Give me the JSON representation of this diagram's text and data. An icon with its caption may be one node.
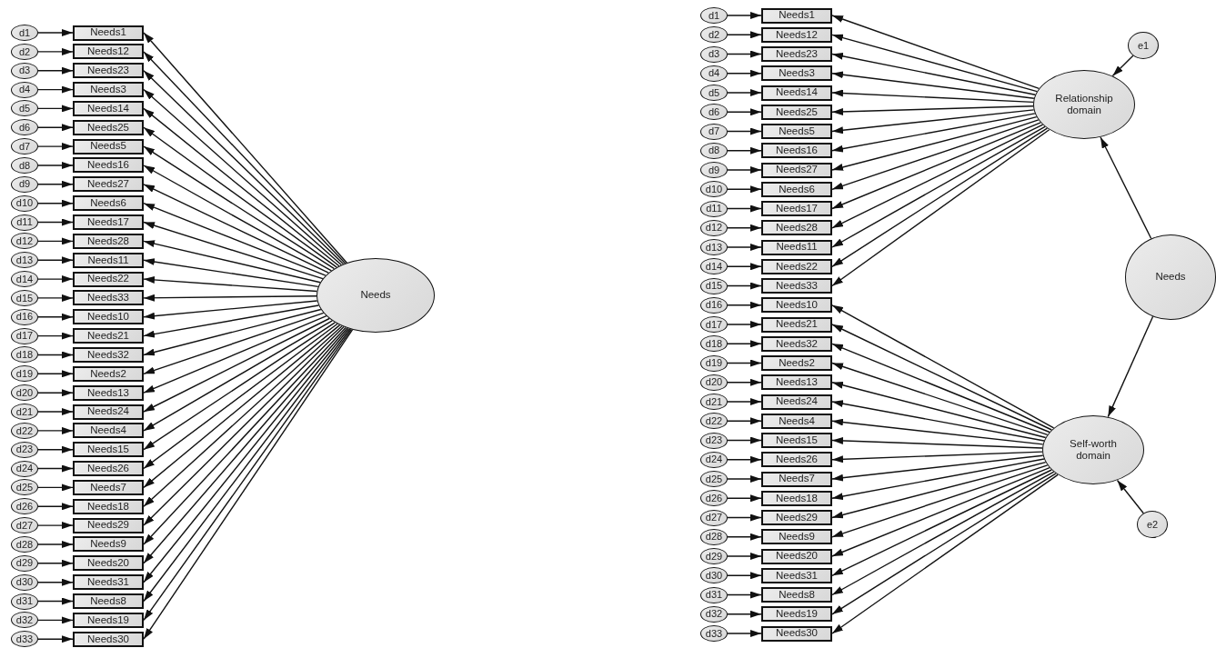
{
  "diagram": {
    "nodes": [
      {
        "text": [
          "d1"
        ]
      },
      {
        "text": [
          "Needs1"
        ]
      },
      {
        "text": [
          "d2"
        ]
      },
      {
        "text": [
          "Needs12"
        ]
      },
      {
        "text": [
          "d3"
        ]
      },
      {
        "text": [
          "Needs23"
        ]
      },
      {
        "text": [
          "d4"
        ]
      },
      {
        "text": [
          "Needs3"
        ]
      },
      {
        "text": [
          "d5"
        ]
      },
      {
        "text": [
          "Needs14"
        ]
      },
      {
        "text": [
          "d6"
        ]
      },
      {
        "text": [
          "Needs25"
        ]
      },
      {
        "text": [
          "d7"
        ]
      },
      {
        "text": [
          "Needs5"
        ]
      },
      {
        "text": [
          "d8"
        ]
      },
      {
        "text": [
          "Needs16"
        ]
      },
      {
        "text": [
          "d9"
        ]
      },
      {
        "text": [
          "Needs27"
        ]
      },
      {
        "text": [
          "d10"
        ]
      },
      {
        "text": [
          "Needs6"
        ]
      },
      {
        "text": [
          "d11"
        ]
      },
      {
        "text": [
          "Needs17"
        ]
      },
      {
        "text": [
          "d12"
        ]
      },
      {
        "text": [
          "Needs28"
        ]
      },
      {
        "text": [
          "d13"
        ]
      },
      {
        "text": [
          "Needs11"
        ]
      },
      {
        "text": [
          "d14"
        ]
      },
      {
        "text": [
          "Needs22"
        ]
      },
      {
        "text": [
          "d15"
        ]
      },
      {
        "text": [
          "Needs33"
        ]
      },
      {
        "text": [
          "d16"
        ]
      },
      {
        "text": [
          "Needs10"
        ]
      },
      {
        "text": [
          "d17"
        ]
      },
      {
        "text": [
          "Needs21"
        ]
      },
      {
        "text": [
          "d18"
        ]
      },
      {
        "text": [
          "Needs32"
        ]
      },
      {
        "text": [
          "d19"
        ]
      },
      {
        "text": [
          "Needs2"
        ]
      },
      {
        "text": [
          "d20"
        ]
      },
      {
        "text": [
          "Needs13"
        ]
      },
      {
        "text": [
          "d21"
        ]
      },
      {
        "text": [
          "Needs24"
        ]
      },
      {
        "text": [
          "d22"
        ]
      },
      {
        "text": [
          "Needs4"
        ]
      },
      {
        "text": [
          "d23"
        ]
      },
      {
        "text": [
          "Needs15"
        ]
      },
      {
        "text": [
          "d24"
        ]
      },
      {
        "text": [
          "Needs26"
        ]
      },
      {
        "text": [
          "d25"
        ]
      },
      {
        "text": [
          "Needs7"
        ]
      },
      {
        "text": [
          "d26"
        ]
      },
      {
        "text": [
          "Needs18"
        ]
      },
      {
        "text": [
          "d27"
        ]
      },
      {
        "text": [
          "Needs29"
        ]
      },
      {
        "text": [
          "d28"
        ]
      },
      {
        "text": [
          "Needs9"
        ]
      },
      {
        "text": [
          "d29"
        ]
      },
      {
        "text": [
          "Needs20"
        ]
      },
      {
        "text": [
          "d30"
        ]
      },
      {
        "text": [
          "Needs31"
        ]
      },
      {
        "text": [
          "d31"
        ]
      },
      {
        "text": [
          "Needs8"
        ]
      },
      {
        "text": [
          "d32"
        ]
      },
      {
        "text": [
          "Needs19"
        ]
      },
      {
        "text": [
          "d33"
        ]
      },
      {
        "text": [
          "Needs30"
        ]
      },
      {
        "text": [
          "Needs"
        ]
      },
      {
        "text": [
          "d1"
        ]
      },
      {
        "text": [
          "Needs1"
        ]
      },
      {
        "text": [
          "d2"
        ]
      },
      {
        "text": [
          "Needs12"
        ]
      },
      {
        "text": [
          "d3"
        ]
      },
      {
        "text": [
          "Needs23"
        ]
      },
      {
        "text": [
          "d4"
        ]
      },
      {
        "text": [
          "Needs3"
        ]
      },
      {
        "text": [
          "d5"
        ]
      },
      {
        "text": [
          "Needs14"
        ]
      },
      {
        "text": [
          "d6"
        ]
      },
      {
        "text": [
          "Needs25"
        ]
      },
      {
        "text": [
          "d7"
        ]
      },
      {
        "text": [
          "Needs5"
        ]
      },
      {
        "text": [
          "d8"
        ]
      },
      {
        "text": [
          "Needs16"
        ]
      },
      {
        "text": [
          "d9"
        ]
      },
      {
        "text": [
          "Needs27"
        ]
      },
      {
        "text": [
          "d10"
        ]
      },
      {
        "text": [
          "Needs6"
        ]
      },
      {
        "text": [
          "d11"
        ]
      },
      {
        "text": [
          "Needs17"
        ]
      },
      {
        "text": [
          "d12"
        ]
      },
      {
        "text": [
          "Needs28"
        ]
      },
      {
        "text": [
          "d13"
        ]
      },
      {
        "text": [
          "Needs11"
        ]
      },
      {
        "text": [
          "d14"
        ]
      },
      {
        "text": [
          "Needs22"
        ]
      },
      {
        "text": [
          "d15"
        ]
      },
      {
        "text": [
          "Needs33"
        ]
      },
      {
        "text": [
          "d16"
        ]
      },
      {
        "text": [
          "Needs10"
        ]
      },
      {
        "text": [
          "d17"
        ]
      },
      {
        "text": [
          "Needs21"
        ]
      },
      {
        "text": [
          "d18"
        ]
      },
      {
        "text": [
          "Needs32"
        ]
      },
      {
        "text": [
          "d19"
        ]
      },
      {
        "text": [
          "Needs2"
        ]
      },
      {
        "text": [
          "d20"
        ]
      },
      {
        "text": [
          "Needs13"
        ]
      },
      {
        "text": [
          "d21"
        ]
      },
      {
        "text": [
          "Needs24"
        ]
      },
      {
        "text": [
          "d22"
        ]
      },
      {
        "text": [
          "Needs4"
        ]
      },
      {
        "text": [
          "d23"
        ]
      },
      {
        "text": [
          "Needs15"
        ]
      },
      {
        "text": [
          "d24"
        ]
      },
      {
        "text": [
          "Needs26"
        ]
      },
      {
        "text": [
          "d25"
        ]
      },
      {
        "text": [
          "Needs7"
        ]
      },
      {
        "text": [
          "d26"
        ]
      },
      {
        "text": [
          "Needs18"
        ]
      },
      {
        "text": [
          "d27"
        ]
      },
      {
        "text": [
          "Needs29"
        ]
      },
      {
        "text": [
          "d28"
        ]
      },
      {
        "text": [
          "Needs9"
        ]
      },
      {
        "text": [
          "d29"
        ]
      },
      {
        "text": [
          "Needs20"
        ]
      },
      {
        "text": [
          "d30"
        ]
      },
      {
        "text": [
          "Needs31"
        ]
      },
      {
        "text": [
          "d31"
        ]
      },
      {
        "text": [
          "Needs8"
        ]
      },
      {
        "text": [
          "d32"
        ]
      },
      {
        "text": [
          "Needs19"
        ]
      },
      {
        "text": [
          "d33"
        ]
      },
      {
        "text": [
          "Needs30"
        ]
      },
      {
        "text": [
          "e1"
        ]
      },
      {
        "text": [
          "Relationship domain"
        ]
      },
      {
        "text": [
          "Needs"
        ]
      },
      {
        "text": [
          "Self-worth domain"
        ]
      },
      {
        "text": [
          "e2"
        ]
      }
    ],
    "edges": [
      {
        "from": 0,
        "to": 1,
        "arrow": "to"
      },
      {
        "from": 2,
        "to": 3,
        "arrow": "to"
      },
      {
        "from": 4,
        "to": 5,
        "arrow": "to"
      },
      {
        "from": 6,
        "to": 7,
        "arrow": "to"
      },
      {
        "from": 8,
        "to": 9,
        "arrow": "to"
      },
      {
        "from": 10,
        "to": 11,
        "arrow": "to"
      },
      {
        "from": 12,
        "to": 13,
        "arrow": "to"
      },
      {
        "from": 14,
        "to": 15,
        "arrow": "to"
      },
      {
        "from": 16,
        "to": 17,
        "arrow": "to"
      },
      {
        "from": 18,
        "to": 19,
        "arrow": "to"
      },
      {
        "from": 20,
        "to": 21,
        "arrow": "to"
      },
      {
        "from": 22,
        "to": 23,
        "arrow": "to"
      },
      {
        "from": 24,
        "to": 25,
        "arrow": "to"
      },
      {
        "from": 26,
        "to": 27,
        "arrow": "to"
      },
      {
        "from": 28,
        "to": 29,
        "arrow": "to"
      },
      {
        "from": 30,
        "to": 31,
        "arrow": "to"
      },
      {
        "from": 32,
        "to": 33,
        "arrow": "to"
      },
      {
        "from": 34,
        "to": 35,
        "arrow": "to"
      },
      {
        "from": 36,
        "to": 37,
        "arrow": "to"
      },
      {
        "from": 38,
        "to": 39,
        "arrow": "to"
      },
      {
        "from": 40,
        "to": 41,
        "arrow": "to"
      },
      {
        "from": 42,
        "to": 43,
        "arrow": "to"
      },
      {
        "from": 44,
        "to": 45,
        "arrow": "to"
      },
      {
        "from": 46,
        "to": 47,
        "arrow": "to"
      },
      {
        "from": 48,
        "to": 49,
        "arrow": "to"
      },
      {
        "from": 50,
        "to": 51,
        "arrow": "to"
      },
      {
        "from": 52,
        "to": 53,
        "arrow": "to"
      },
      {
        "from": 54,
        "to": 55,
        "arrow": "to"
      },
      {
        "from": 56,
        "to": 57,
        "arrow": "to"
      },
      {
        "from": 58,
        "to": 59,
        "arrow": "to"
      },
      {
        "from": 60,
        "to": 61,
        "arrow": "to"
      },
      {
        "from": 62,
        "to": 63,
        "arrow": "to"
      },
      {
        "from": 64,
        "to": 65,
        "arrow": "to"
      },
      {
        "from": 66,
        "to": 1,
        "arrow": "to"
      },
      {
        "from": 66,
        "to": 3,
        "arrow": "to"
      },
      {
        "from": 66,
        "to": 5,
        "arrow": "to"
      },
      {
        "from": 66,
        "to": 7,
        "arrow": "to"
      },
      {
        "from": 66,
        "to": 9,
        "arrow": "to"
      },
      {
        "from": 66,
        "to": 11,
        "arrow": "to"
      },
      {
        "from": 66,
        "to": 13,
        "arrow": "to"
      },
      {
        "from": 66,
        "to": 15,
        "arrow": "to"
      },
      {
        "from": 66,
        "to": 17,
        "arrow": "to"
      },
      {
        "from": 66,
        "to": 19,
        "arrow": "to"
      },
      {
        "from": 66,
        "to": 21,
        "arrow": "to"
      },
      {
        "from": 66,
        "to": 23,
        "arrow": "to"
      },
      {
        "from": 66,
        "to": 25,
        "arrow": "to"
      },
      {
        "from": 66,
        "to": 27,
        "arrow": "to"
      },
      {
        "from": 66,
        "to": 29,
        "arrow": "to"
      },
      {
        "from": 66,
        "to": 31,
        "arrow": "to"
      },
      {
        "from": 66,
        "to": 33,
        "arrow": "to"
      },
      {
        "from": 66,
        "to": 35,
        "arrow": "to"
      },
      {
        "from": 66,
        "to": 37,
        "arrow": "to"
      },
      {
        "from": 66,
        "to": 39,
        "arrow": "to"
      },
      {
        "from": 66,
        "to": 41,
        "arrow": "to"
      },
      {
        "from": 66,
        "to": 43,
        "arrow": "to"
      },
      {
        "from": 66,
        "to": 45,
        "arrow": "to"
      },
      {
        "from": 66,
        "to": 47,
        "arrow": "to"
      },
      {
        "from": 66,
        "to": 49,
        "arrow": "to"
      },
      {
        "from": 66,
        "to": 51,
        "arrow": "to"
      },
      {
        "from": 66,
        "to": 53,
        "arrow": "to"
      },
      {
        "from": 66,
        "to": 55,
        "arrow": "to"
      },
      {
        "from": 66,
        "to": 57,
        "arrow": "to"
      },
      {
        "from": 66,
        "to": 59,
        "arrow": "to"
      },
      {
        "from": 66,
        "to": 61,
        "arrow": "to"
      },
      {
        "from": 66,
        "to": 63,
        "arrow": "to"
      },
      {
        "from": 66,
        "to": 65,
        "arrow": "to"
      },
      {
        "from": 67,
        "to": 68,
        "arrow": "to"
      },
      {
        "from": 69,
        "to": 70,
        "arrow": "to"
      },
      {
        "from": 71,
        "to": 72,
        "arrow": "to"
      },
      {
        "from": 73,
        "to": 74,
        "arrow": "to"
      },
      {
        "from": 75,
        "to": 76,
        "arrow": "to"
      },
      {
        "from": 77,
        "to": 78,
        "arrow": "to"
      },
      {
        "from": 79,
        "to": 80,
        "arrow": "to"
      },
      {
        "from": 81,
        "to": 82,
        "arrow": "to"
      },
      {
        "from": 83,
        "to": 84,
        "arrow": "to"
      },
      {
        "from": 85,
        "to": 86,
        "arrow": "to"
      },
      {
        "from": 87,
        "to": 88,
        "arrow": "to"
      },
      {
        "from": 89,
        "to": 90,
        "arrow": "to"
      },
      {
        "from": 91,
        "to": 92,
        "arrow": "to"
      },
      {
        "from": 93,
        "to": 94,
        "arrow": "to"
      },
      {
        "from": 95,
        "to": 96,
        "arrow": "to"
      },
      {
        "from": 97,
        "to": 98,
        "arrow": "to"
      },
      {
        "from": 99,
        "to": 100,
        "arrow": "to"
      },
      {
        "from": 101,
        "to": 102,
        "arrow": "to"
      },
      {
        "from": 103,
        "to": 104,
        "arrow": "to"
      },
      {
        "from": 105,
        "to": 106,
        "arrow": "to"
      },
      {
        "from": 107,
        "to": 108,
        "arrow": "to"
      },
      {
        "from": 109,
        "to": 110,
        "arrow": "to"
      },
      {
        "from": 111,
        "to": 112,
        "arrow": "to"
      },
      {
        "from": 113,
        "to": 114,
        "arrow": "to"
      },
      {
        "from": 115,
        "to": 116,
        "arrow": "to"
      },
      {
        "from": 117,
        "to": 118,
        "arrow": "to"
      },
      {
        "from": 119,
        "to": 120,
        "arrow": "to"
      },
      {
        "from": 121,
        "to": 122,
        "arrow": "to"
      },
      {
        "from": 123,
        "to": 124,
        "arrow": "to"
      },
      {
        "from": 125,
        "to": 126,
        "arrow": "to"
      },
      {
        "from": 127,
        "to": 128,
        "arrow": "to"
      },
      {
        "from": 129,
        "to": 130,
        "arrow": "to"
      },
      {
        "from": 131,
        "to": 132,
        "arrow": "to"
      },
      {
        "from": 134,
        "to": 68,
        "arrow": "to"
      },
      {
        "from": 134,
        "to": 70,
        "arrow": "to"
      },
      {
        "from": 134,
        "to": 72,
        "arrow": "to"
      },
      {
        "from": 134,
        "to": 74,
        "arrow": "to"
      },
      {
        "from": 134,
        "to": 76,
        "arrow": "to"
      },
      {
        "from": 134,
        "to": 78,
        "arrow": "to"
      },
      {
        "from": 134,
        "to": 80,
        "arrow": "to"
      },
      {
        "from": 134,
        "to": 82,
        "arrow": "to"
      },
      {
        "from": 134,
        "to": 84,
        "arrow": "to"
      },
      {
        "from": 134,
        "to": 86,
        "arrow": "to"
      },
      {
        "from": 134,
        "to": 88,
        "arrow": "to"
      },
      {
        "from": 134,
        "to": 90,
        "arrow": "to"
      },
      {
        "from": 134,
        "to": 92,
        "arrow": "to"
      },
      {
        "from": 134,
        "to": 94,
        "arrow": "to"
      },
      {
        "from": 134,
        "to": 96,
        "arrow": "to"
      },
      {
        "from": 136,
        "to": 98,
        "arrow": "to"
      },
      {
        "from": 136,
        "to": 100,
        "arrow": "to"
      },
      {
        "from": 136,
        "to": 102,
        "arrow": "to"
      },
      {
        "from": 136,
        "to": 104,
        "arrow": "to"
      },
      {
        "from": 136,
        "to": 106,
        "arrow": "to"
      },
      {
        "from": 136,
        "to": 108,
        "arrow": "to"
      },
      {
        "from": 136,
        "to": 110,
        "arrow": "to"
      },
      {
        "from": 136,
        "to": 112,
        "arrow": "to"
      },
      {
        "from": 136,
        "to": 114,
        "arrow": "to"
      },
      {
        "from": 136,
        "to": 116,
        "arrow": "to"
      },
      {
        "from": 136,
        "to": 118,
        "arrow": "to"
      },
      {
        "from": 136,
        "to": 120,
        "arrow": "to"
      },
      {
        "from": 136,
        "to": 122,
        "arrow": "to"
      },
      {
        "from": 136,
        "to": 124,
        "arrow": "to"
      },
      {
        "from": 136,
        "to": 126,
        "arrow": "to"
      },
      {
        "from": 136,
        "to": 128,
        "arrow": "to"
      },
      {
        "from": 136,
        "to": 130,
        "arrow": "to"
      },
      {
        "from": 136,
        "to": 132,
        "arrow": "to"
      },
      {
        "from": 135,
        "to": 134,
        "arrow": "to"
      },
      {
        "from": 135,
        "to": 136,
        "arrow": "to"
      },
      {
        "from": 133,
        "to": 134,
        "arrow": "to"
      },
      {
        "from": 137,
        "to": 136,
        "arrow": "to"
      }
    ]
  }
}
